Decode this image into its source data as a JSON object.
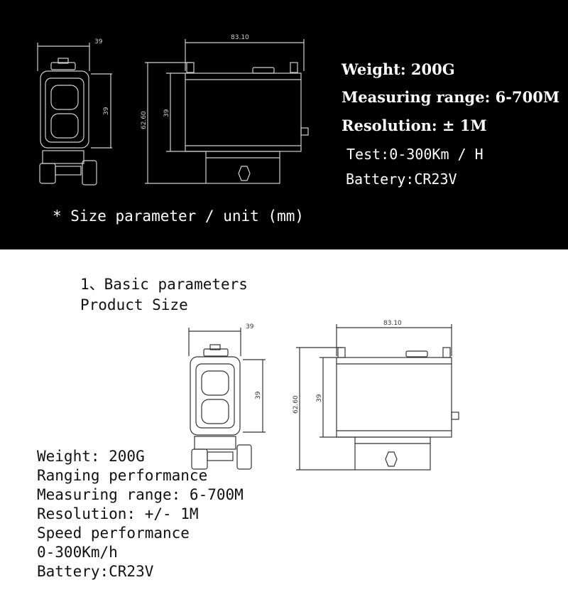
{
  "top_panel": {
    "dims": {
      "width_left": "39",
      "length": "83.10",
      "height_left": "39",
      "total_height": "62.60",
      "height_mid": "39"
    },
    "specs": {
      "weight": "Weight: 200G",
      "range": "Measuring range: 6-700M",
      "resolution": "Resolution: ± 1M",
      "test": "Test:0-300Km / H",
      "battery": "Battery:CR23V"
    },
    "note": "* Size parameter / unit (mm)"
  },
  "bottom_panel": {
    "heading": "1、Basic parameters",
    "subheading": "Product Size",
    "dims": {
      "width_left": "39",
      "length": "83.10",
      "height_left": "39",
      "total_height": "62.60",
      "height_mid": "39"
    },
    "specs": [
      "Weight: 200G",
      "Ranging performance",
      "Measuring range: 6-700M",
      "Resolution: +/- 1M",
      "Speed performance",
      "0-300Km/h",
      "Battery:CR23V"
    ]
  },
  "colors": {
    "top_bg": "#000000",
    "top_line": "#cfcfcf",
    "bottom_bg": "#ffffff",
    "bottom_line": "#333333"
  }
}
